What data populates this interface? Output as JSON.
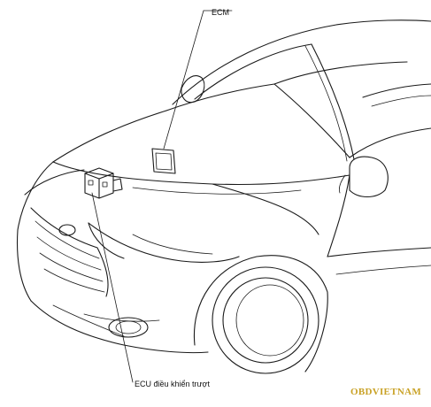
{
  "labels": {
    "ecm": "ECM",
    "slip_ecu": "ECU điều khiển trượt"
  },
  "watermark": "OBDVIETNAM",
  "colors": {
    "line": "#1a1a1a",
    "watermark": "#c9a227"
  }
}
